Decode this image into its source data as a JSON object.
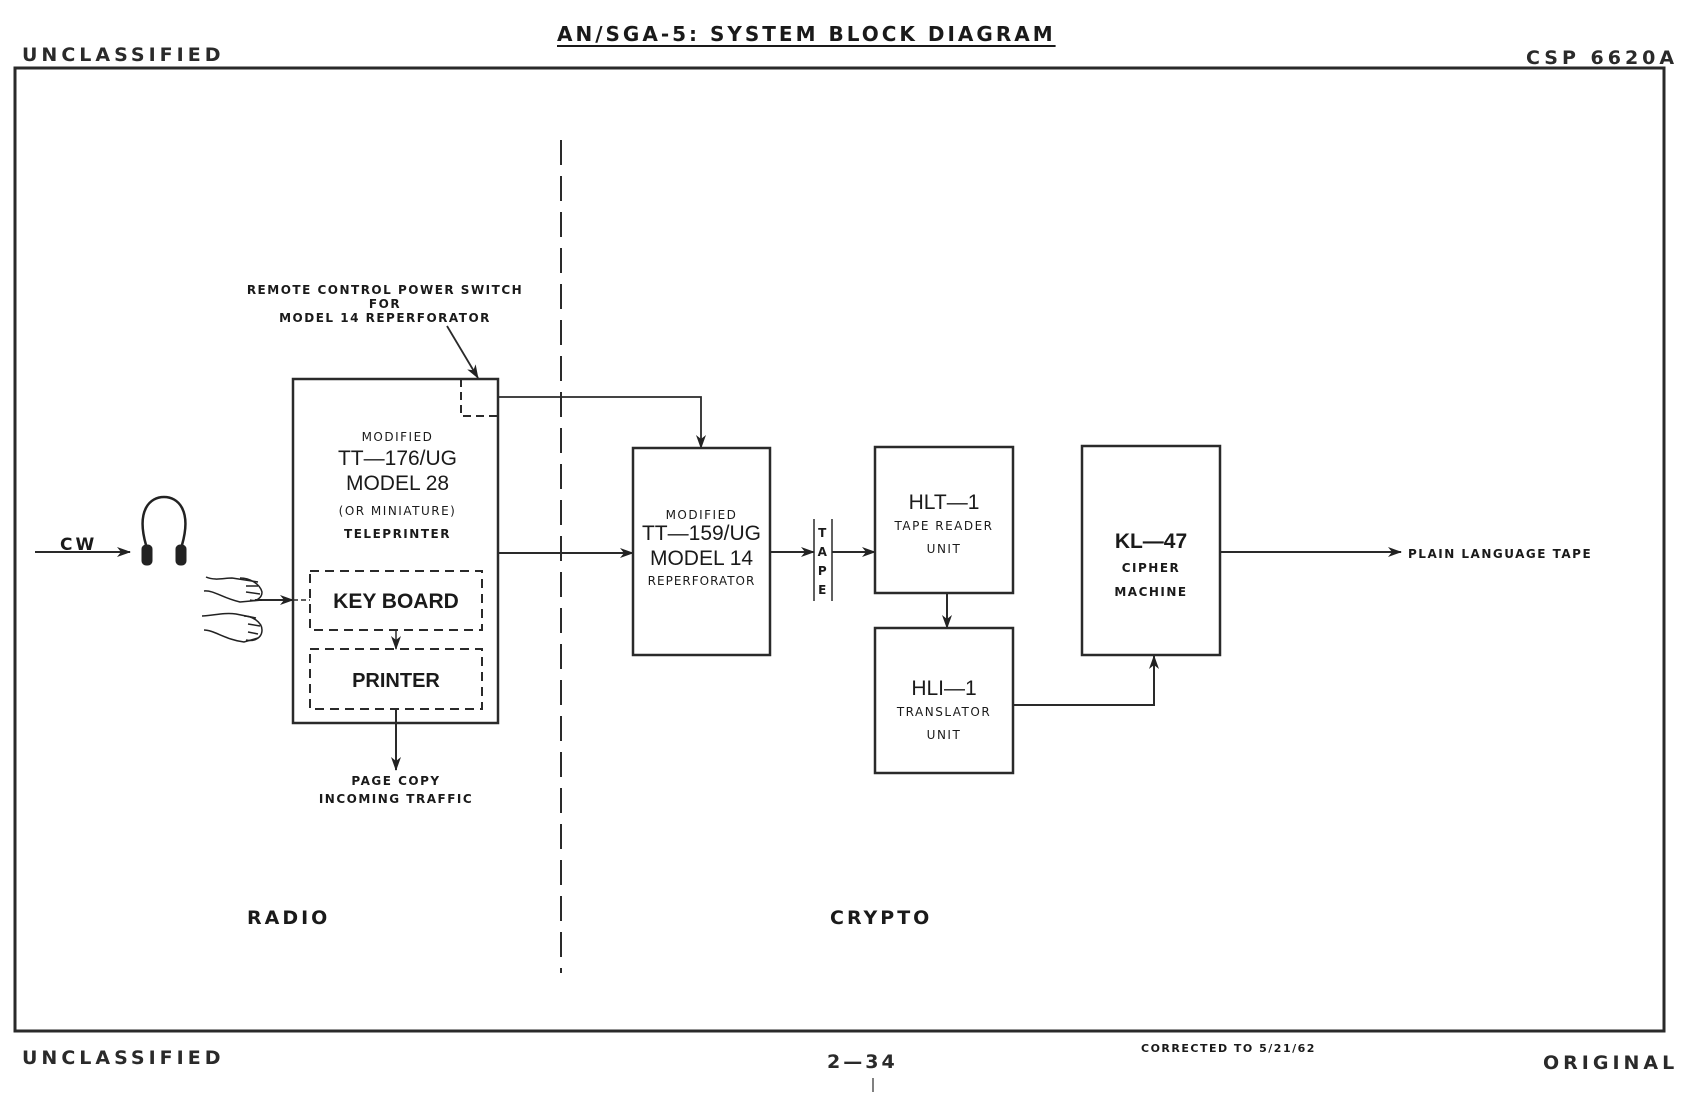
{
  "header": {
    "left": "UNCLASSIFIED",
    "title": "AN/SGA-5:  SYSTEM BLOCK DIAGRAM",
    "right": "CSP 6620A"
  },
  "footer": {
    "left": "UNCLASSIFIED",
    "page": "2—34",
    "corrected": "CORRECTED TO 5/21/62",
    "right": "ORIGINAL"
  },
  "sections": {
    "left": "RADIO",
    "right": "CRYPTO"
  },
  "annotations": {
    "cw": "CW",
    "remote_switch": [
      "REMOTE CONTROL POWER SWITCH",
      "FOR",
      "MODEL 14 REPERFORATOR"
    ],
    "page_copy": [
      "PAGE COPY",
      "INCOMING TRAFFIC"
    ],
    "tape_vertical": [
      "T",
      "A",
      "P",
      "E"
    ],
    "output": "PLAIN LANGUAGE TAPE"
  },
  "blocks": {
    "teleprinter": {
      "line1": "MODIFIED",
      "line2": "TT—176/UG",
      "line3": "MODEL 28",
      "line4": "(OR MINIATURE)",
      "line5": "TELEPRINTER",
      "keyboard": "KEY  BOARD",
      "printer": "PRINTER"
    },
    "reperforator": {
      "line1": "MODIFIED",
      "line2": "TT—159/UG",
      "line3": "MODEL 14",
      "line4": "REPERFORATOR"
    },
    "tape_reader": {
      "line1": "HLT—1",
      "line2": "TAPE READER",
      "line3": "UNIT"
    },
    "translator": {
      "line1": "HLI—1",
      "line2": "TRANSLATOR",
      "line3": "UNIT"
    },
    "cipher": {
      "line1": "KL—47",
      "line2": "CIPHER",
      "line3": "MACHINE"
    }
  },
  "icons": {
    "headphones": "headphones-icon",
    "hands": "typing-hands-icon"
  }
}
